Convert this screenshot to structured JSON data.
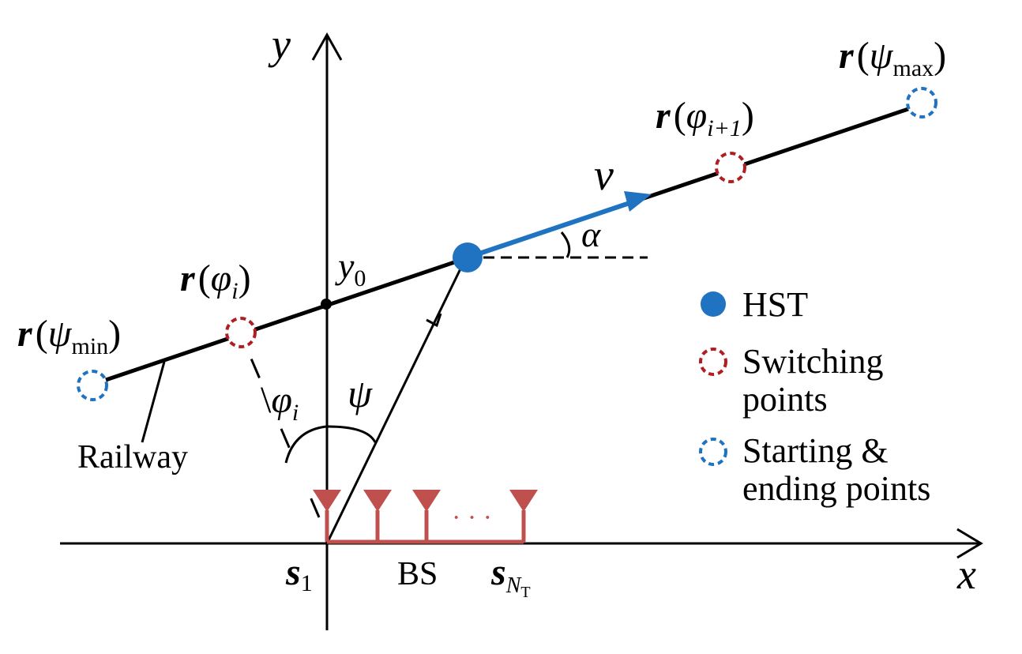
{
  "axes": {
    "x_label": "x",
    "y_label": "y",
    "y0_label": "y",
    "y0_sub": "0"
  },
  "points": {
    "psi_min": {
      "bold": "r",
      "open": "(",
      "sym": "ψ",
      "sub": "min",
      "close": ")"
    },
    "phi_i": {
      "bold": "r",
      "open": "(",
      "sym": "φ",
      "sub": "i",
      "close": ")"
    },
    "phi_i1": {
      "bold": "r",
      "open": "(",
      "sym": "φ",
      "sub": "i+1",
      "close": ")"
    },
    "psi_max": {
      "bold": "r",
      "open": "(",
      "sym": "ψ",
      "sub": "max",
      "close": ")"
    }
  },
  "angles": {
    "phi_i_prefix": "\\",
    "phi_i_sym": "φ",
    "phi_i_sub": "i",
    "psi": "ψ",
    "alpha": "α"
  },
  "velocity_label": "v",
  "railway_label": "Railway",
  "bs": {
    "label": "BS",
    "s1_bold": "s",
    "s1_sub": "1",
    "sN_bold": "s",
    "sN_sub": "N",
    "sN_subsub": "T",
    "dots": "· · ·"
  },
  "legend": {
    "hst": "HST",
    "switching_line1": "Switching",
    "switching_line2": "points",
    "starting_line1": "Starting &",
    "starting_line2": "ending points"
  },
  "colors": {
    "hst_blue": "#1f73c0",
    "switch_red": "#b01e23",
    "start_blue": "#1f73c0",
    "bs_red": "#c0504d",
    "line": "#000000"
  }
}
